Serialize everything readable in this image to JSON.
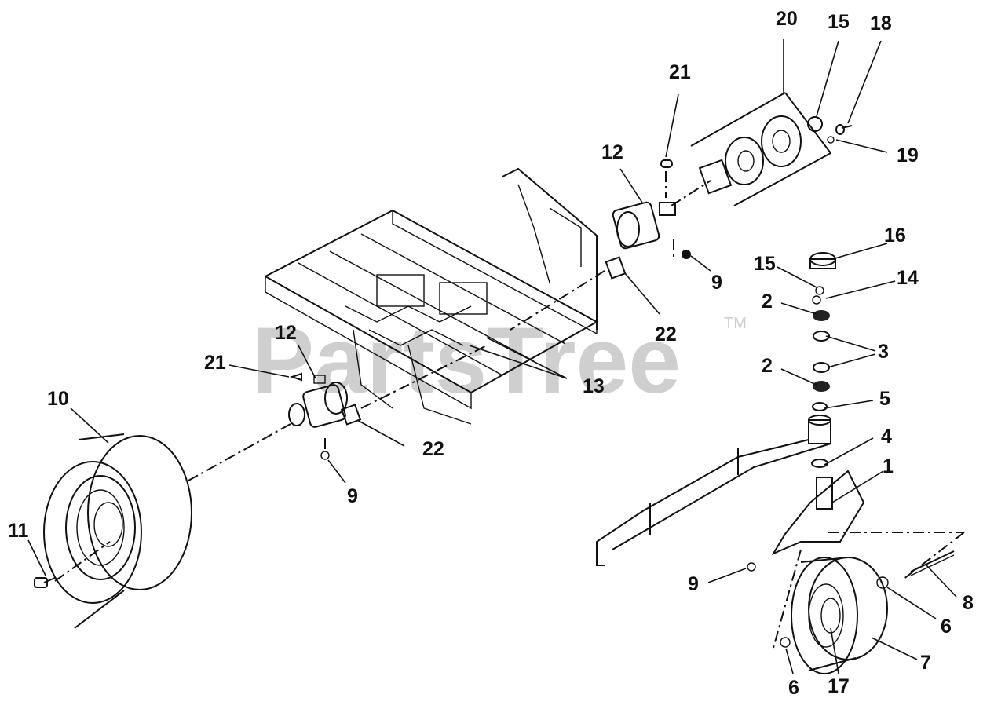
{
  "watermark": {
    "brand": "PartsTree",
    "tm": "TM"
  },
  "callouts": [
    {
      "id": "c20",
      "text": "20"
    },
    {
      "id": "c15a",
      "text": "15"
    },
    {
      "id": "c18",
      "text": "18"
    },
    {
      "id": "c21a",
      "text": "21"
    },
    {
      "id": "c19",
      "text": "19"
    },
    {
      "id": "c12a",
      "text": "12"
    },
    {
      "id": "c16",
      "text": "16"
    },
    {
      "id": "c15b",
      "text": "15"
    },
    {
      "id": "c9a",
      "text": "9"
    },
    {
      "id": "c14",
      "text": "14"
    },
    {
      "id": "c2a",
      "text": "2"
    },
    {
      "id": "c22a",
      "text": "22"
    },
    {
      "id": "c3",
      "text": "3"
    },
    {
      "id": "c12b",
      "text": "12"
    },
    {
      "id": "c21b",
      "text": "21"
    },
    {
      "id": "c2b",
      "text": "2"
    },
    {
      "id": "c13",
      "text": "13"
    },
    {
      "id": "c10",
      "text": "10"
    },
    {
      "id": "c5",
      "text": "5"
    },
    {
      "id": "c4",
      "text": "4"
    },
    {
      "id": "c22b",
      "text": "22"
    },
    {
      "id": "c1",
      "text": "1"
    },
    {
      "id": "c9b",
      "text": "9"
    },
    {
      "id": "c11",
      "text": "11"
    },
    {
      "id": "c9c",
      "text": "9"
    },
    {
      "id": "c8",
      "text": "8"
    },
    {
      "id": "c6a",
      "text": "6"
    },
    {
      "id": "c7",
      "text": "7"
    },
    {
      "id": "c6b",
      "text": "6"
    },
    {
      "id": "c17",
      "text": "17"
    }
  ]
}
